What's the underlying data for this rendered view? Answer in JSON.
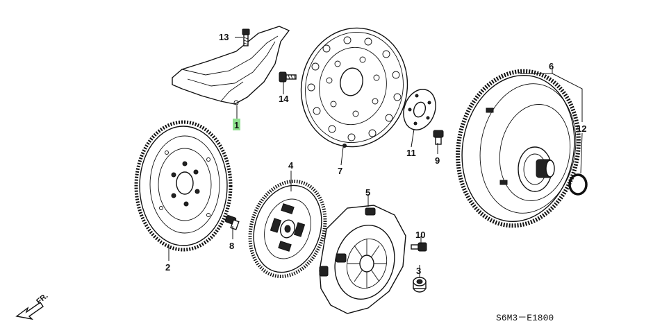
{
  "callouts": {
    "p1": "1",
    "p2": "2",
    "p3": "3",
    "p4": "4",
    "p5": "5",
    "p6": "6",
    "p7": "7",
    "p8": "8",
    "p9": "9",
    "p10": "10",
    "p11": "11",
    "p12": "12",
    "p13": "13",
    "p14": "14"
  },
  "highlight": {
    "part": "1",
    "color": "#8ee08e"
  },
  "diagram_code": "S6M3－E1800",
  "direction_marker": "FR."
}
